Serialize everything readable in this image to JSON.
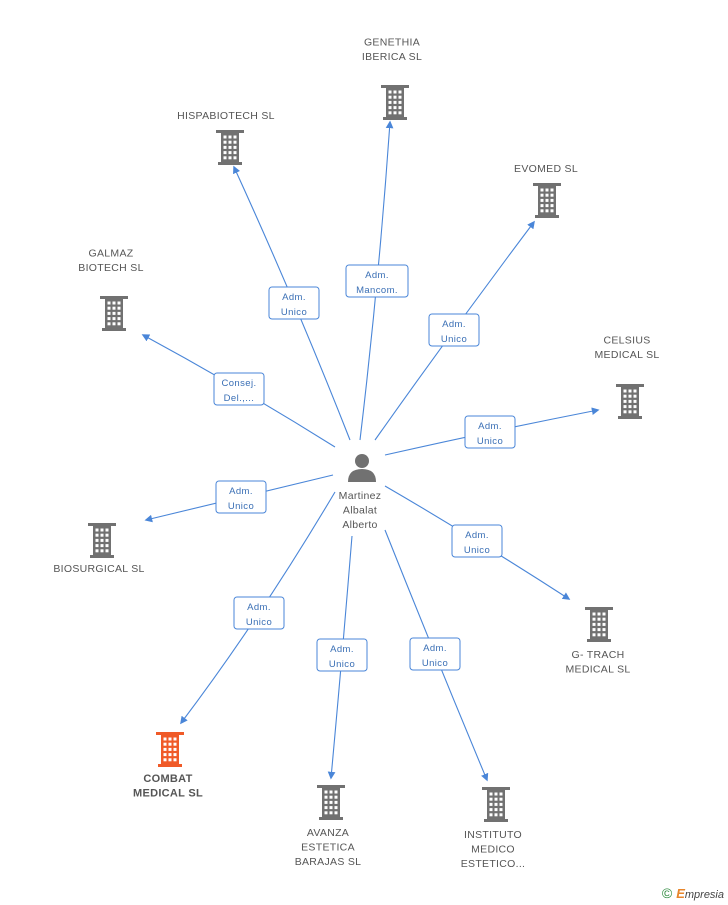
{
  "colors": {
    "edge": "#4a86d8",
    "company": "#717171",
    "highlight": "#f05a28",
    "person": "#717171",
    "rel_border": "#4a86d8",
    "rel_text": "#3a6fb5",
    "label": "#555555"
  },
  "center": {
    "icon": "person-icon",
    "name_lines": [
      "Martinez",
      "Albalat",
      "Alberto"
    ]
  },
  "companies": [
    {
      "id": "genethia",
      "lines": [
        "GENETHIA",
        "IBERICA SL"
      ],
      "rel": [
        "Adm.",
        "Mancom."
      ],
      "highlight": false
    },
    {
      "id": "hispabiotech",
      "lines": [
        "HISPABIOTECH SL"
      ],
      "rel": [
        "Adm.",
        "Unico"
      ],
      "highlight": false
    },
    {
      "id": "evomed",
      "lines": [
        "EVOMED SL"
      ],
      "rel": [
        "Adm.",
        "Unico"
      ],
      "highlight": false
    },
    {
      "id": "galmaz",
      "lines": [
        "GALMAZ",
        "BIOTECH SL"
      ],
      "rel": [
        "Consej.",
        "Del.,..."
      ],
      "highlight": false
    },
    {
      "id": "celsius",
      "lines": [
        "CELSIUS",
        "MEDICAL SL"
      ],
      "rel": [
        "Adm.",
        "Unico"
      ],
      "highlight": false
    },
    {
      "id": "biosurgical",
      "lines": [
        "BIOSURGICAL SL"
      ],
      "rel": [
        "Adm.",
        "Unico"
      ],
      "highlight": false
    },
    {
      "id": "gtrach",
      "lines": [
        "G- TRACH",
        "MEDICAL SL"
      ],
      "rel": [
        "Adm.",
        "Unico"
      ],
      "highlight": false
    },
    {
      "id": "combat",
      "lines": [
        "COMBAT",
        "MEDICAL SL"
      ],
      "rel": [
        "Adm.",
        "Unico"
      ],
      "highlight": true
    },
    {
      "id": "avanza",
      "lines": [
        "AVANZA",
        "ESTETICA",
        "BARAJAS SL"
      ],
      "rel": [
        "Adm.",
        "Unico"
      ],
      "highlight": false
    },
    {
      "id": "instituto",
      "lines": [
        "INSTITUTO",
        "MEDICO",
        "ESTETICO..."
      ],
      "rel": [
        "Adm.",
        "Unico"
      ],
      "highlight": false
    }
  ],
  "footer": {
    "copyright": "©",
    "brand_initial": "E",
    "brand_rest": "mpresia"
  }
}
